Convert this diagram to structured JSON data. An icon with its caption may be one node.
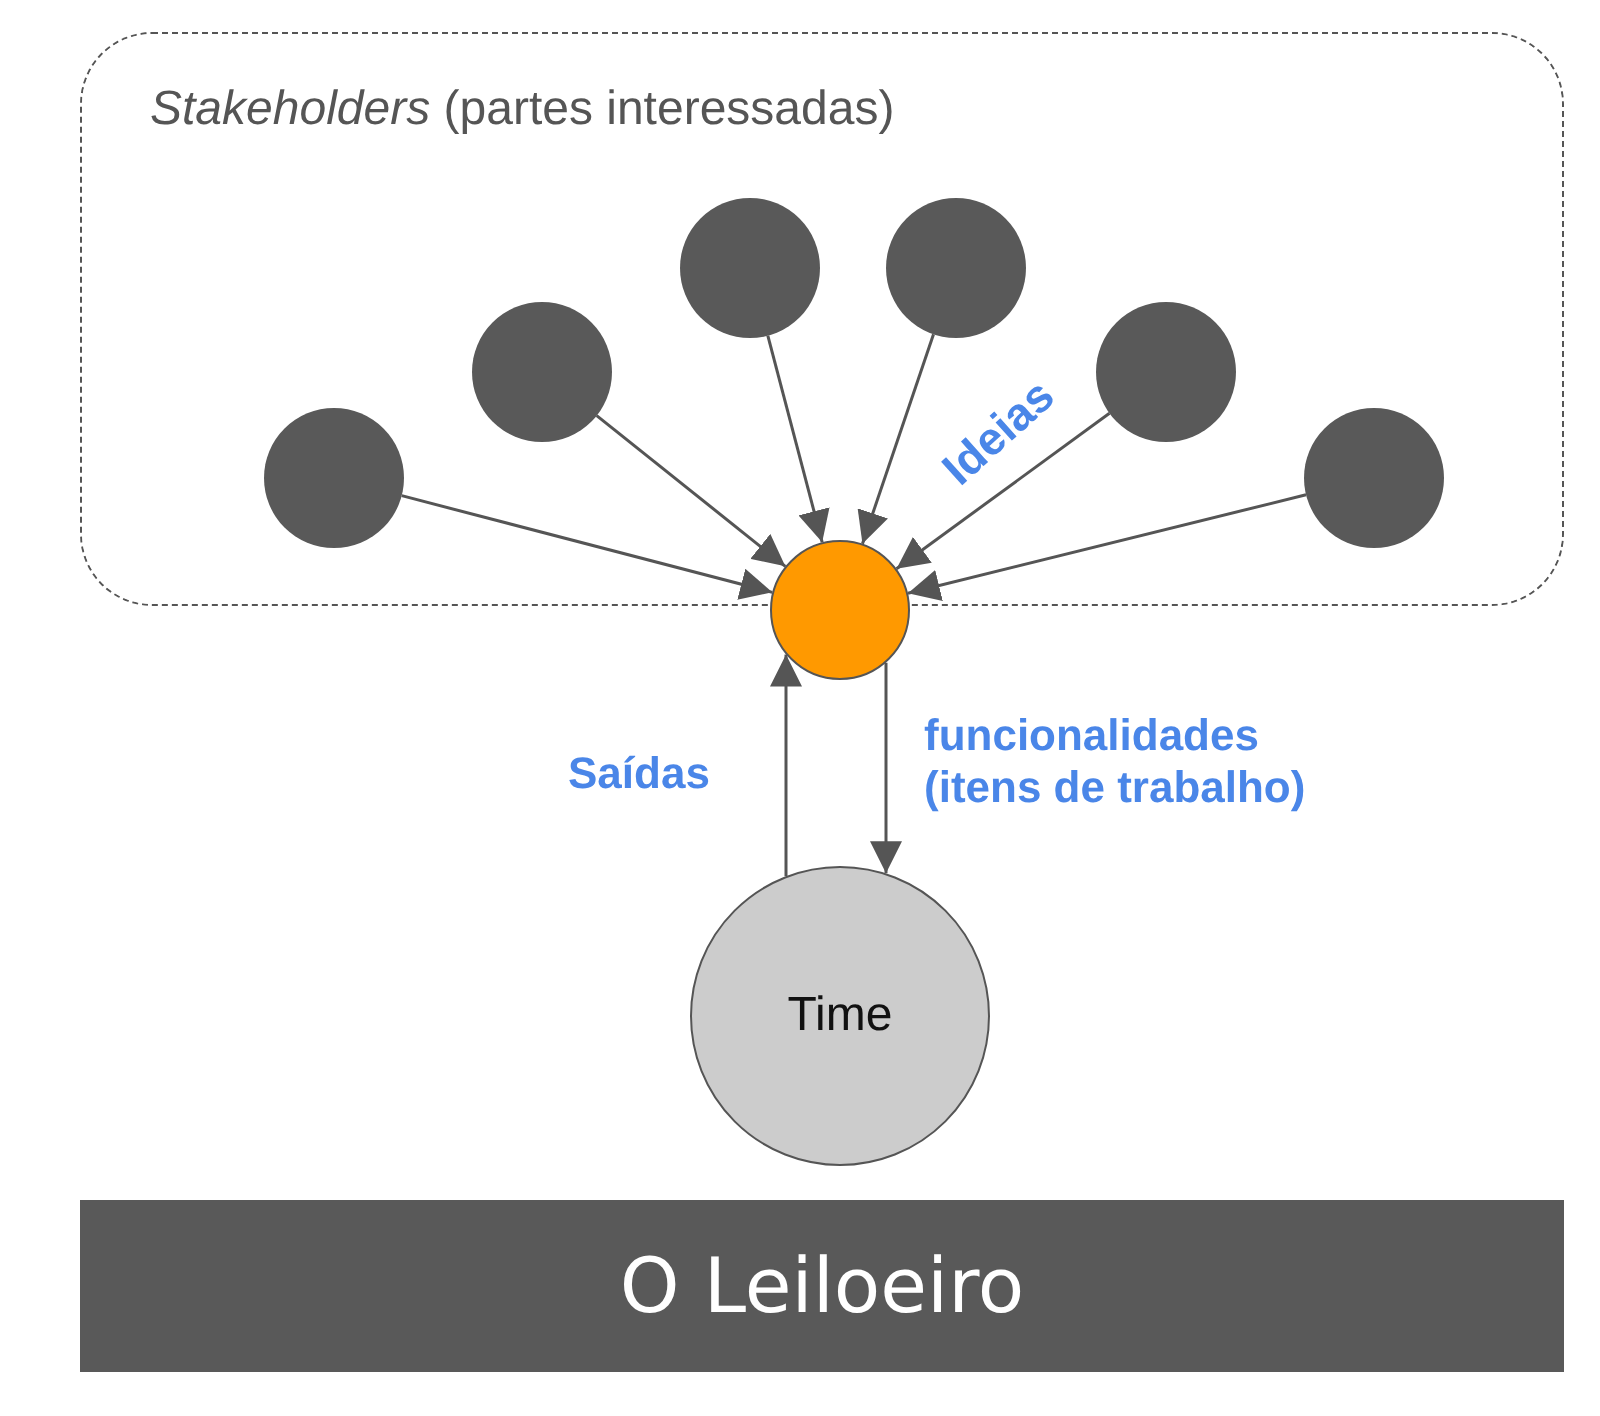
{
  "diagram": {
    "nodes": [
      {
        "text": [
          "*Stakeholders* (partes interessadas)"
        ]
      },
      {
        "text": [],
        "shape": "circle",
        "in": 0
      },
      {
        "text": [],
        "shape": "circle",
        "in": 0
      },
      {
        "text": [],
        "shape": "circle",
        "in": 0
      },
      {
        "text": [],
        "shape": "circle",
        "in": 0
      },
      {
        "text": [],
        "shape": "circle",
        "in": 0
      },
      {
        "text": [],
        "shape": "circle",
        "in": 0
      },
      {
        "text": [],
        "shape": "circle"
      },
      {
        "text": [
          "Time"
        ]
      },
      {
        "text": [
          "O Leiloeiro"
        ]
      }
    ],
    "edges": [
      {
        "from": 1,
        "to": 7,
        "arrow": "to"
      },
      {
        "from": 2,
        "to": 7,
        "arrow": "to"
      },
      {
        "from": 3,
        "to": 7,
        "arrow": "to"
      },
      {
        "from": 4,
        "to": 7,
        "arrow": "to"
      },
      {
        "from": 5,
        "to": 7,
        "arrow": "to",
        "label": "Ideias"
      },
      {
        "from": 6,
        "to": 7,
        "arrow": "to"
      },
      {
        "from": 8,
        "to": 7,
        "arrow": "to",
        "label": "Saídas"
      },
      {
        "from": 7,
        "to": 8,
        "arrow": "to",
        "label": "funcionalidades (itens de trabalho)"
      }
    ]
  }
}
